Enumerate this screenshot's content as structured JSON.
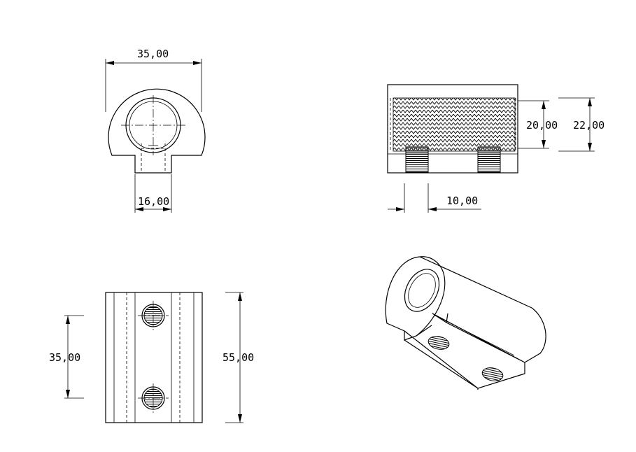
{
  "dimensions": {
    "front_width": "35,00",
    "front_slot": "16,00",
    "side_inner": "20,00",
    "side_outer": "22,00",
    "side_offset": "10,00",
    "top_spacing": "35,00",
    "top_length": "55,00"
  }
}
